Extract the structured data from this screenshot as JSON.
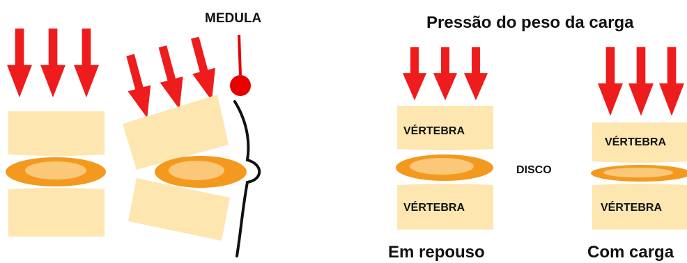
{
  "labels": {
    "medula": "MEDULA",
    "title": "Pressão do peso da carga",
    "vertebra_top_rest": "VÉRTEBRA",
    "vertebra_bottom_rest": "VÉRTEBRA",
    "disco": "DISCO",
    "vertebra_top_load": "VÉRTEBRA",
    "vertebra_bottom_load": "VÉRTEBRA",
    "caption_rest": "Em repouso",
    "caption_load": "Com carga"
  },
  "colors": {
    "arrow": "#ee1c1c",
    "vertebra": "#fde6b0",
    "disc_outer": "#f39a1e",
    "disc_inner": "#fbc779",
    "spinal_cord": "#111111",
    "medula_dot": "#e60000"
  }
}
